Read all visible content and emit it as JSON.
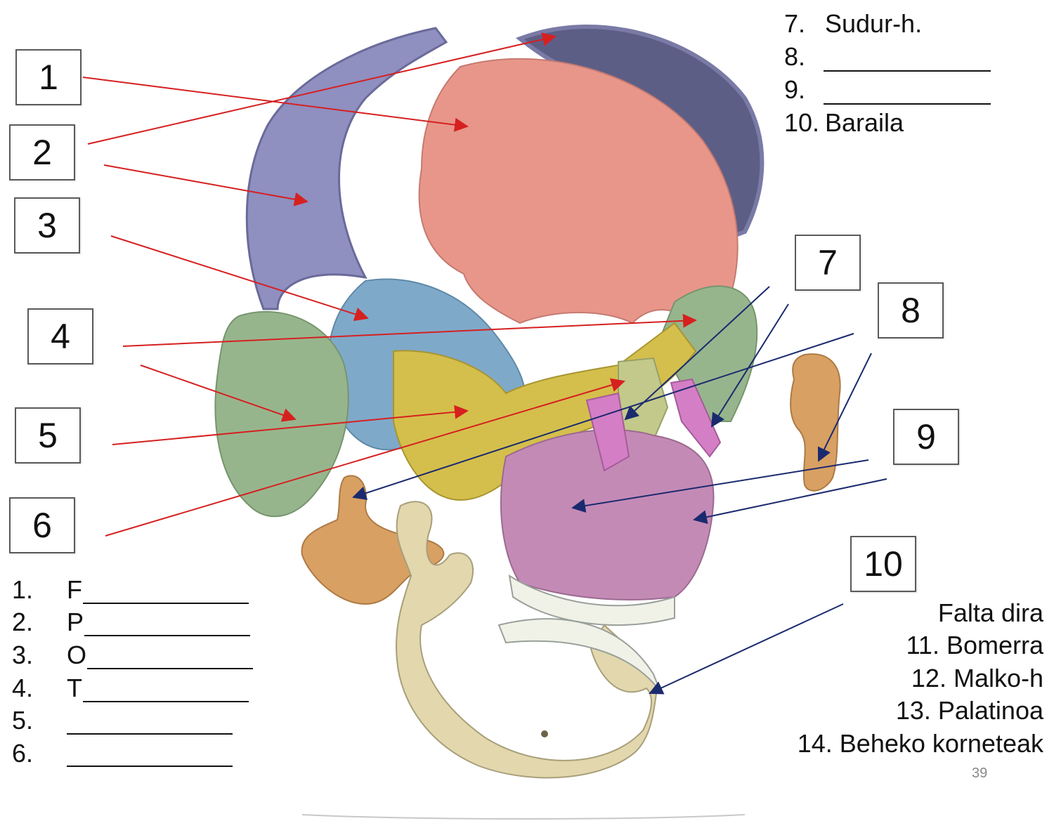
{
  "boxes": [
    "1",
    "2",
    "3",
    "4",
    "5",
    "6",
    "7",
    "8",
    "9",
    "10"
  ],
  "legend_left": [
    {
      "num": "1.",
      "text": "F"
    },
    {
      "num": "2.",
      "text": "P"
    },
    {
      "num": "3.",
      "text": "O"
    },
    {
      "num": "4.",
      "text": "T"
    },
    {
      "num": "5.",
      "text": ""
    },
    {
      "num": "6.",
      "text": ""
    }
  ],
  "legend_top_right": [
    {
      "num": "7.",
      "text": "Sudur-h."
    },
    {
      "num": "8.",
      "text": ""
    },
    {
      "num": "9.",
      "text": ""
    },
    {
      "num": "10.",
      "text": "Baraila"
    }
  ],
  "missing": {
    "header": "Falta dira",
    "items": [
      "11. Bomerra",
      "12. Malko-h",
      "13. Palatinoa",
      "14. Beheko korneteak"
    ]
  },
  "page_number": "39",
  "colors": {
    "frontal": "#e8968a",
    "parietal": "#8f8fc0",
    "occipital": "#7fa9c9",
    "temporal": "#97b58d",
    "sphenoid": "#d4bf4c",
    "ethmoid": "#c2c98a",
    "nasal": "#d47ec6",
    "maxilla": "#c48ab6",
    "zygomatic": "#d8a063",
    "mandible": "#e2d7ad",
    "red_arrow": "#d62020",
    "blue_arrow": "#1a2a6e"
  }
}
